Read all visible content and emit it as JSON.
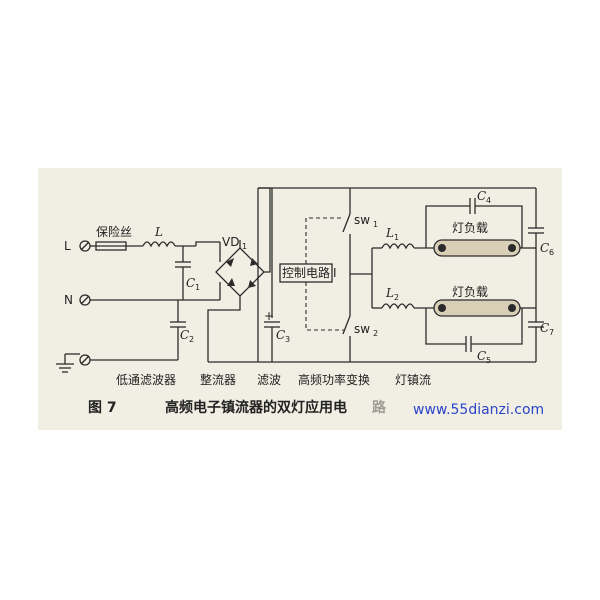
{
  "terminals": {
    "line": "L",
    "neutral": "N"
  },
  "components": {
    "fuse": "保险丝",
    "inductor_main": "L",
    "rectifier": "VD",
    "rectifier_sub": "1",
    "cap_c1": "C",
    "cap_c1_sub": "1",
    "cap_c2": "C",
    "cap_c2_sub": "2",
    "cap_c3": "C",
    "cap_c3_sub": "3",
    "cap_c3_polarity": "+",
    "control_circuit": "控制电路",
    "control_pin": "I",
    "switch_1": "sw",
    "switch_1_sub": "1",
    "switch_2": "sw",
    "switch_2_sub": "2",
    "inductor_1": "L",
    "inductor_1_sub": "1",
    "inductor_2": "L",
    "inductor_2_sub": "2",
    "lamp_1": "灯负载",
    "lamp_2": "灯负载",
    "cap_c4": "C",
    "cap_c4_sub": "4",
    "cap_c5": "C",
    "cap_c5_sub": "5",
    "cap_c6": "C",
    "cap_c6_sub": "6",
    "cap_c7": "C",
    "cap_c7_sub": "7"
  },
  "sections": {
    "filter": "低通滤波器",
    "rectifier": "整流器",
    "smoothing": "滤波",
    "inverter": "高频功率变换",
    "ballast": "灯镇流"
  },
  "caption": {
    "figure_no": "图 7",
    "title": "高频电子镇流器的双灯应用电",
    "title_cut": "路"
  },
  "watermark": "www.55dianzi.com",
  "colors": {
    "paper": "#f1efe4",
    "ink": "#2b2b2b",
    "watermark": "#2a45c8",
    "lamp": "#d9cfb6"
  }
}
